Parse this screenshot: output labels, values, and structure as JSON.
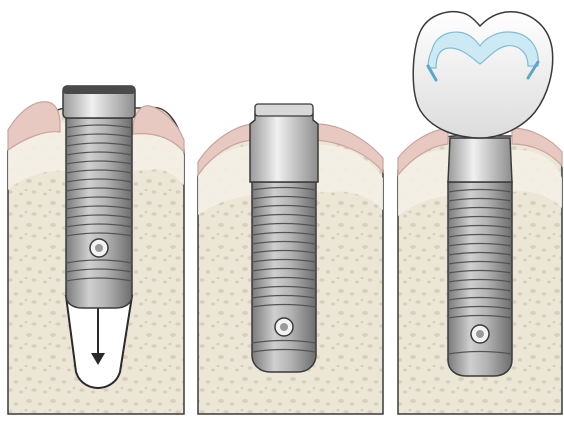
{
  "diagram": {
    "panels": [
      {
        "id": "implant-placement",
        "stage": 1
      },
      {
        "id": "implant-healing",
        "stage": 2
      },
      {
        "id": "implant-with-crown",
        "stage": 3
      }
    ],
    "colors": {
      "background": "#ffffff",
      "outline": "#3a3a3a",
      "bone": "#ece6d6",
      "bone_texture": "#d9d0bb",
      "bone_cortex": "#f4f0e6",
      "gum": "#e7c9c2",
      "gum_edge": "#c9a49c",
      "implant": "#a9a9a9",
      "implant_dark": "#6f6f6f",
      "implant_light": "#d6d6d6",
      "crown": "#f2f2f2",
      "crown_inner": "#9fd3e6"
    }
  }
}
